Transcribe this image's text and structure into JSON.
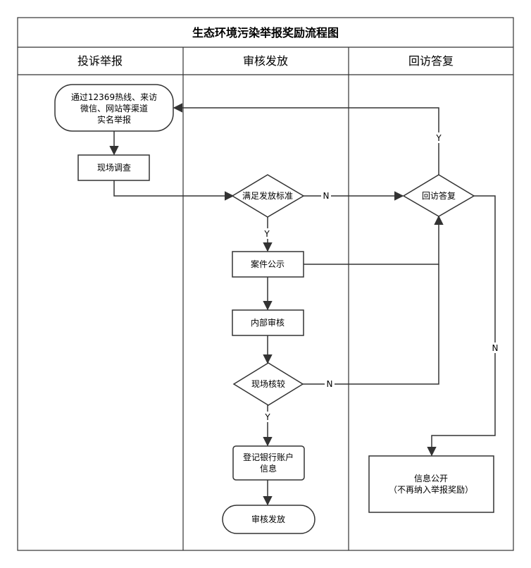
{
  "title": "生态环境污染举报奖励流程图",
  "lanes": [
    {
      "label": "投诉举报"
    },
    {
      "label": "审核发放"
    },
    {
      "label": "回访答复"
    }
  ],
  "nodes": {
    "report": {
      "lines": [
        "通过12369热线、来访",
        "微信、网站等渠道",
        "实名举报"
      ]
    },
    "investigate": {
      "lines": [
        "现场调查"
      ]
    },
    "meets_standard": {
      "lines": [
        "满足发放标准"
      ]
    },
    "publicize": {
      "lines": [
        "案件公示"
      ]
    },
    "internal_review": {
      "lines": [
        "内部审核"
      ]
    },
    "field_check": {
      "lines": [
        "现场核较"
      ]
    },
    "register_bank": {
      "lines": [
        "登记银行账户",
        "信息"
      ]
    },
    "issue": {
      "lines": [
        "审核发放"
      ]
    },
    "callback": {
      "lines": [
        "回访答复"
      ]
    },
    "info_public": {
      "lines": [
        "信息公开",
        "（不再纳入举报奖励）"
      ]
    }
  },
  "edge_labels": {
    "standard_no": "N",
    "standard_yes": "Y",
    "field_no": "N",
    "field_yes": "Y",
    "callback_yes": "Y",
    "callback_no": "N"
  }
}
